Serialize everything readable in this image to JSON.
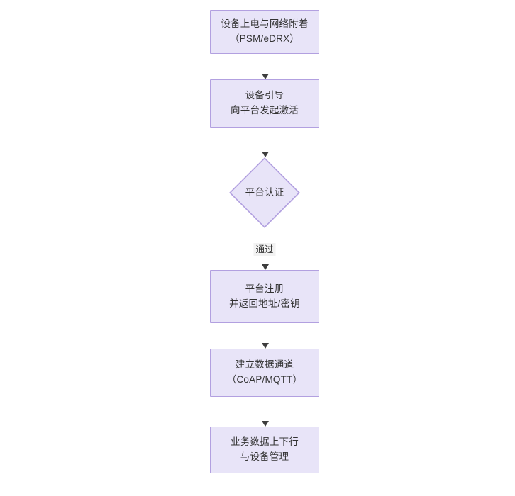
{
  "diagram": {
    "type": "flowchart",
    "orientation": "top-to-bottom",
    "title": "",
    "colors": {
      "node_fill": "#e8e4f8",
      "node_border": "#b2a0e0",
      "text": "#333333",
      "edge": "#666666",
      "arrowhead": "#3d3d3d",
      "label_background": "#f2f2f2",
      "canvas_background": "#ffffff"
    },
    "nodes": [
      {
        "id": "power-on",
        "shape": "rectangle",
        "lines": [
          "设备上电与网络附着",
          "（PSM/eDRX）"
        ]
      },
      {
        "id": "device-bootstrap",
        "shape": "rectangle",
        "lines": [
          "设备引导",
          "向平台发起激活"
        ]
      },
      {
        "id": "platform-auth",
        "shape": "diamond",
        "lines": [
          "平台认证"
        ]
      },
      {
        "id": "platform-register",
        "shape": "rectangle",
        "lines": [
          "平台注册",
          "并返回地址/密钥"
        ]
      },
      {
        "id": "data-channel",
        "shape": "rectangle",
        "lines": [
          "建立数据通道",
          "（CoAP/MQTT）"
        ]
      },
      {
        "id": "business-data",
        "shape": "rectangle",
        "lines": [
          "业务数据上下行",
          "与设备管理"
        ]
      }
    ],
    "edges": [
      {
        "id": "e1",
        "from": "power-on",
        "to": "device-bootstrap",
        "label": ""
      },
      {
        "id": "e2",
        "from": "device-bootstrap",
        "to": "platform-auth",
        "label": ""
      },
      {
        "id": "e3",
        "from": "platform-auth",
        "to": "platform-register",
        "label": "通过"
      },
      {
        "id": "e4",
        "from": "platform-register",
        "to": "data-channel",
        "label": ""
      },
      {
        "id": "e5",
        "from": "data-channel",
        "to": "business-data",
        "label": ""
      }
    ]
  }
}
